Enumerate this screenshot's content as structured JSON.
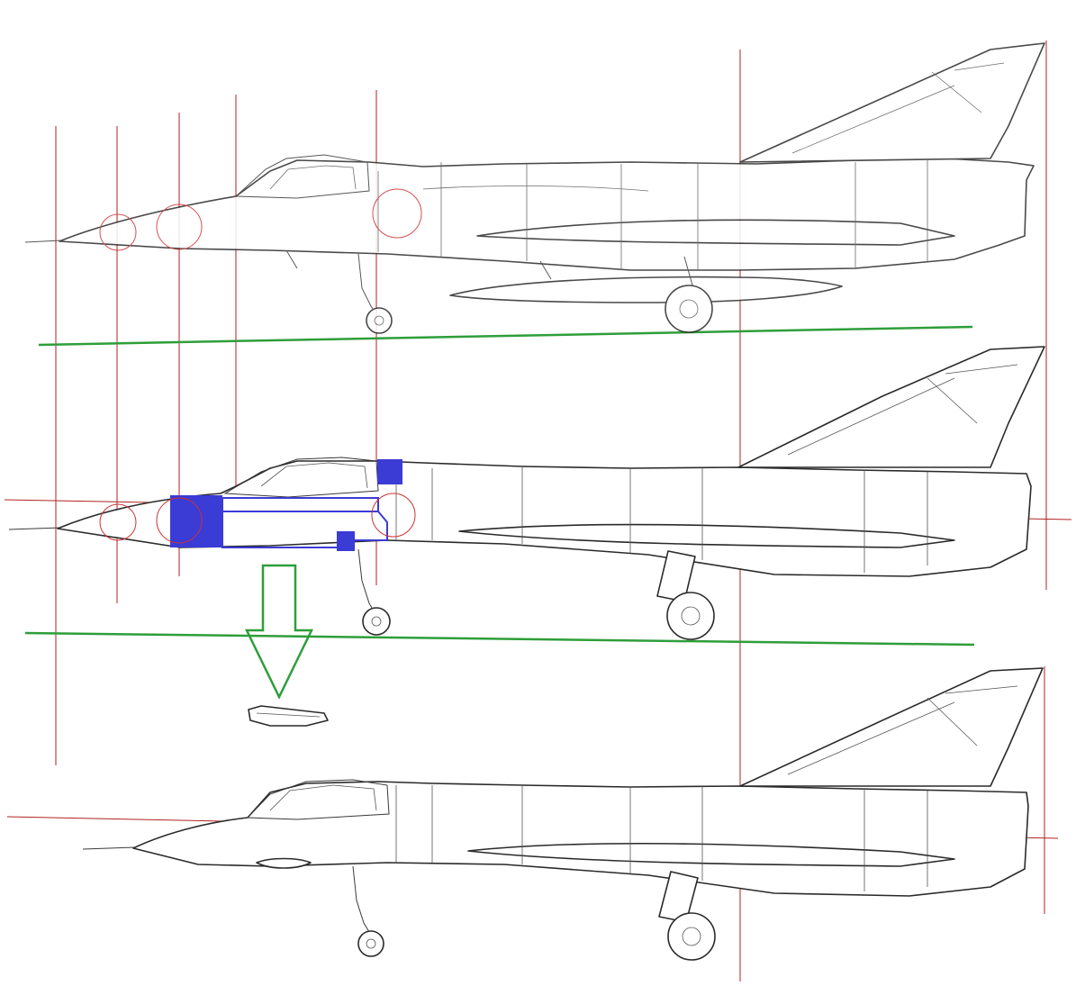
{
  "colors": {
    "background": "#ffffff",
    "reference_lines": "#b22222",
    "ground_lines": "#2e9e3a",
    "highlight": "#3b3bd6",
    "arrow": "#2e9e3a",
    "outline": "#2a2a2a"
  },
  "views": [
    {
      "name": "side-view-top"
    },
    {
      "name": "side-view-middle"
    },
    {
      "name": "side-view-bottom"
    }
  ]
}
